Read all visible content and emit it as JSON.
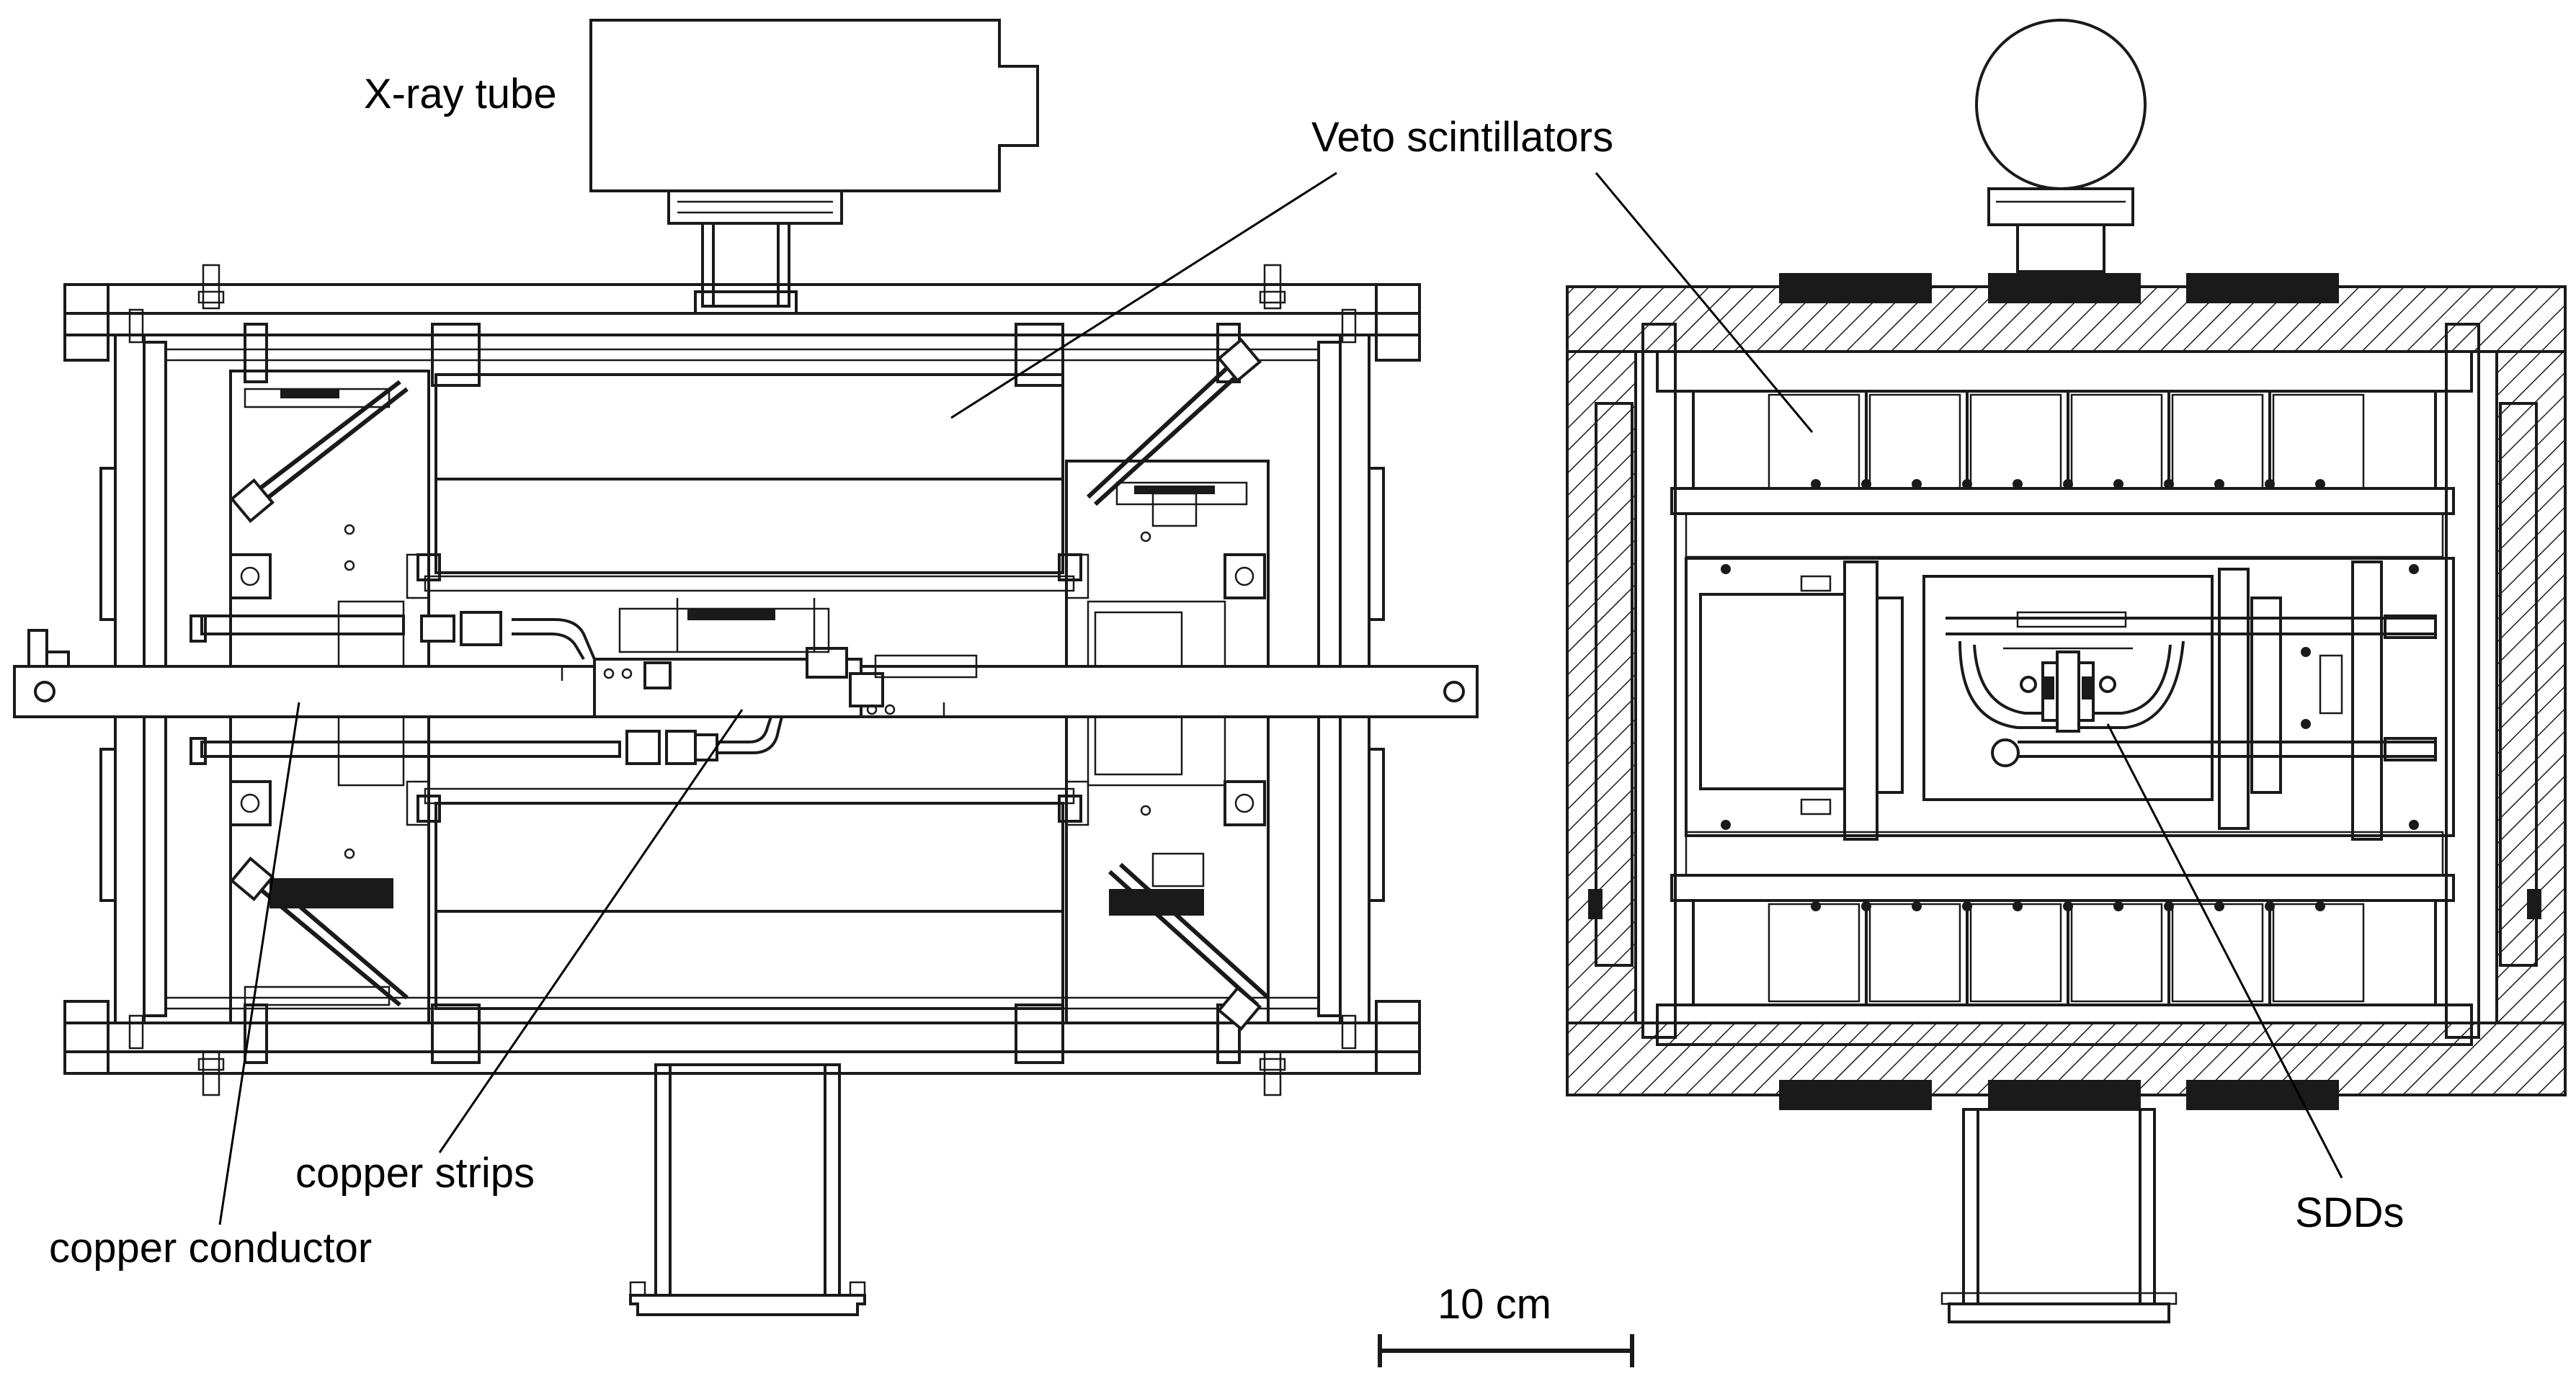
{
  "labels": {
    "xray_tube": "X-ray tube",
    "veto_scintillators": "Veto scintillators",
    "copper_strips": "copper strips",
    "copper_conductor": "copper conductor",
    "sdds": "SDDs",
    "scale_bar": "10 cm"
  }
}
